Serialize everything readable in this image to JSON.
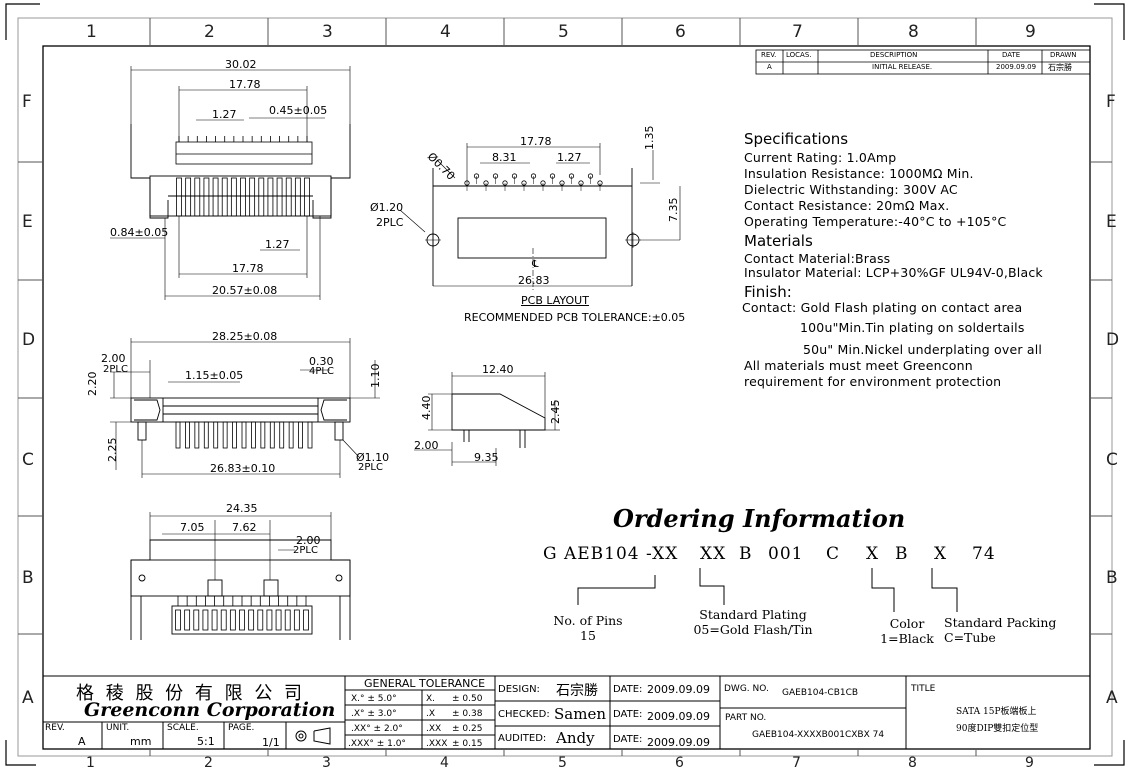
{
  "zones": {
    "columns": [
      "1",
      "2",
      "3",
      "4",
      "5",
      "6",
      "7",
      "8",
      "9"
    ],
    "rows": [
      "F",
      "E",
      "D",
      "C",
      "B",
      "A"
    ]
  },
  "revision_table": {
    "headers": [
      "REV.",
      "LOCAS.",
      "DESCRIPTION",
      "DATE",
      "DRAWN"
    ],
    "row": [
      "A",
      "",
      "INITIAL RELEASE.",
      "2009.09.09",
      "石宗勝"
    ]
  },
  "specifications": {
    "title": "Specifications",
    "lines": [
      "Current Rating: 1.0Amp",
      "Insulation Resistance: 1000MΩ Min.",
      "Dielectric Withstanding: 300V AC",
      "Contact Resistance: 20mΩ Max.",
      "Operating Temperature:-40°C to +105°C"
    ],
    "materials_title": "Materials",
    "materials": [
      "Contact Material:Brass",
      "Insulator Material: LCP+30%GF UL94V-0,Black"
    ],
    "finish_title": "Finish:",
    "finish": [
      "Contact: Gold Flash plating on contact area",
      "100u\"Min.Tin plating on soldertails",
      "50u\" Min.Nickel underplating over all",
      "All materials must meet Greenconn",
      "requirement for environment protection"
    ]
  },
  "ordering": {
    "title": "Ordering Information",
    "code": [
      "G AEB104 -XX",
      "XX",
      "B",
      "001",
      "C",
      "X",
      "B",
      "X",
      "74"
    ],
    "labels": {
      "pins": [
        "No. of Pins",
        "15"
      ],
      "plating": [
        "Standard Plating",
        "05=Gold Flash/Tin"
      ],
      "color": [
        "Color",
        "1=Black"
      ],
      "packing": [
        "Standard Packing",
        "C=Tube"
      ]
    }
  },
  "dimensions": {
    "top_view": [
      "30.02",
      "17.78",
      "1.27",
      "0.45±0.05",
      "0.84±0.05",
      "1.27",
      "17.78",
      "20.57±0.08"
    ],
    "pcb_layout": [
      "17.78",
      "8.31",
      "1.27",
      "1.35",
      "Ø0.70",
      "Ø1.20",
      "2PLC",
      "7.35",
      "26.83",
      "℄"
    ],
    "pcb_caption": "PCB LAYOUT",
    "pcb_tolerance": "RECOMMENDED PCB TOLERANCE:±0.05",
    "front_view": [
      "28.25±0.08",
      "2.00",
      "2PLC",
      "0.30",
      "4PLC",
      "1.15±0.05",
      "1.10",
      "2.20",
      "2.25",
      "26.83±0.10",
      "Ø1.10",
      "2PLC"
    ],
    "side_view": [
      "12.40",
      "4.40",
      "2.45",
      "2.00",
      "9.35"
    ],
    "bottom_view": [
      "24.35",
      "7.05",
      "7.62",
      "2.00",
      "2PLC"
    ]
  },
  "title_block": {
    "company_cn": "格 稜 股 份 有 限 公 司",
    "company_en": "Greenconn Corporation",
    "rev_label": "REV.",
    "rev": "A",
    "unit_label": "UNIT.",
    "unit": "mm",
    "scale_label": "SCALE.",
    "scale": "5:1",
    "page_label": "PAGE.",
    "page": "1/1",
    "tolerance_title": "GENERAL TOLERANCE",
    "tolerances": [
      [
        "X.° ± 5.0°",
        "X.",
        "± 0.50"
      ],
      [
        ".X° ± 3.0°",
        ".X",
        "± 0.38"
      ],
      [
        ".XX° ± 2.0°",
        ".XX",
        "± 0.25"
      ],
      [
        ".XXX° ± 1.0°",
        ".XXX",
        "± 0.15"
      ]
    ],
    "design_label": "DESIGN:",
    "design": "石宗勝",
    "checked_label": "CHECKED:",
    "checked": "Samen",
    "audited_label": "AUDITED:",
    "audited": "Andy",
    "date_label": "DATE:",
    "dates": [
      "2009.09.09",
      "2009.09.09",
      "2009.09.09"
    ],
    "dwg_label": "DWG. NO.",
    "dwg": "GAEB104-CB1CB",
    "part_label": "PART NO.",
    "part": "GAEB104-XXXXB001CXBX 74",
    "title_label": "TITLE",
    "title_lines": [
      "SATA 15P板端板上",
      "90度DIP雙扣定位型"
    ]
  }
}
